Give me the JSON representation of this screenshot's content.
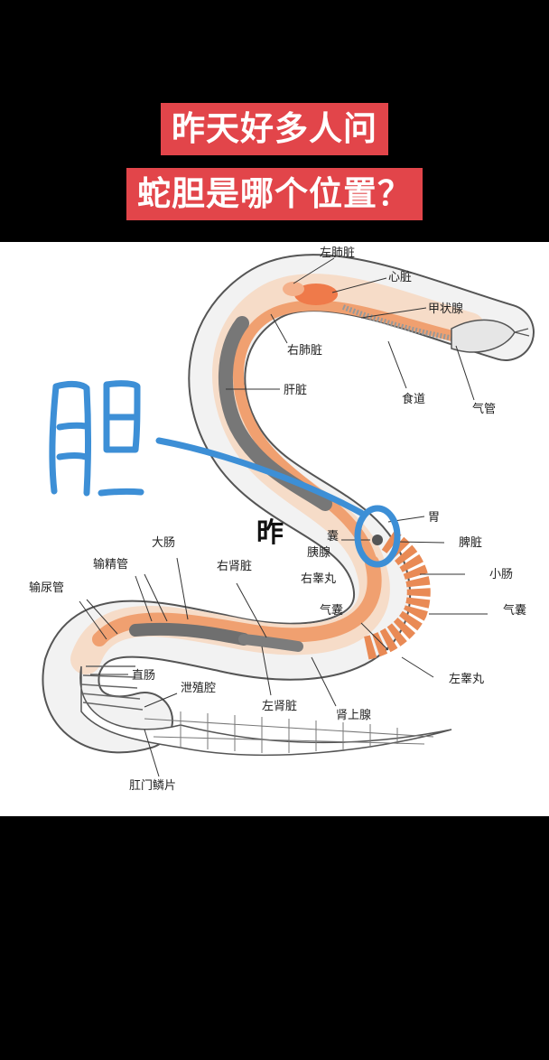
{
  "caption": {
    "line1": "昨天好多人问",
    "line2": "蛇胆是哪个位置？"
  },
  "diagram": {
    "labels": {
      "left_lung": "左肺脏",
      "heart": "心脏",
      "thyroid": "甲状腺",
      "right_lung": "右肺脏",
      "liver": "肝脏",
      "esophagus": "食道",
      "trachea": "气管",
      "stomach": "胃",
      "sac": "囊",
      "pancreas": "胰腺",
      "spleen": "脾脏",
      "right_testis": "右睾丸",
      "small_intestine": "小肠",
      "air_sac_inner": "气囊",
      "air_sac_outer": "气囊",
      "large_intestine": "大肠",
      "vas_deferens": "输精管",
      "right_kidney": "右肾脏",
      "ureter": "输尿管",
      "rectum": "直肠",
      "cloaca": "泄殖腔",
      "left_kidney": "左肾脏",
      "adrenal": "肾上腺",
      "left_testis": "左睾丸",
      "anal_scale": "肛门鳞片"
    },
    "annotation": {
      "handwritten": "胆",
      "overlay_text": "昨"
    },
    "colors": {
      "highlight": "#3d8fd6",
      "organ_orange": "#f0a070",
      "liver_gray": "#777777"
    }
  }
}
